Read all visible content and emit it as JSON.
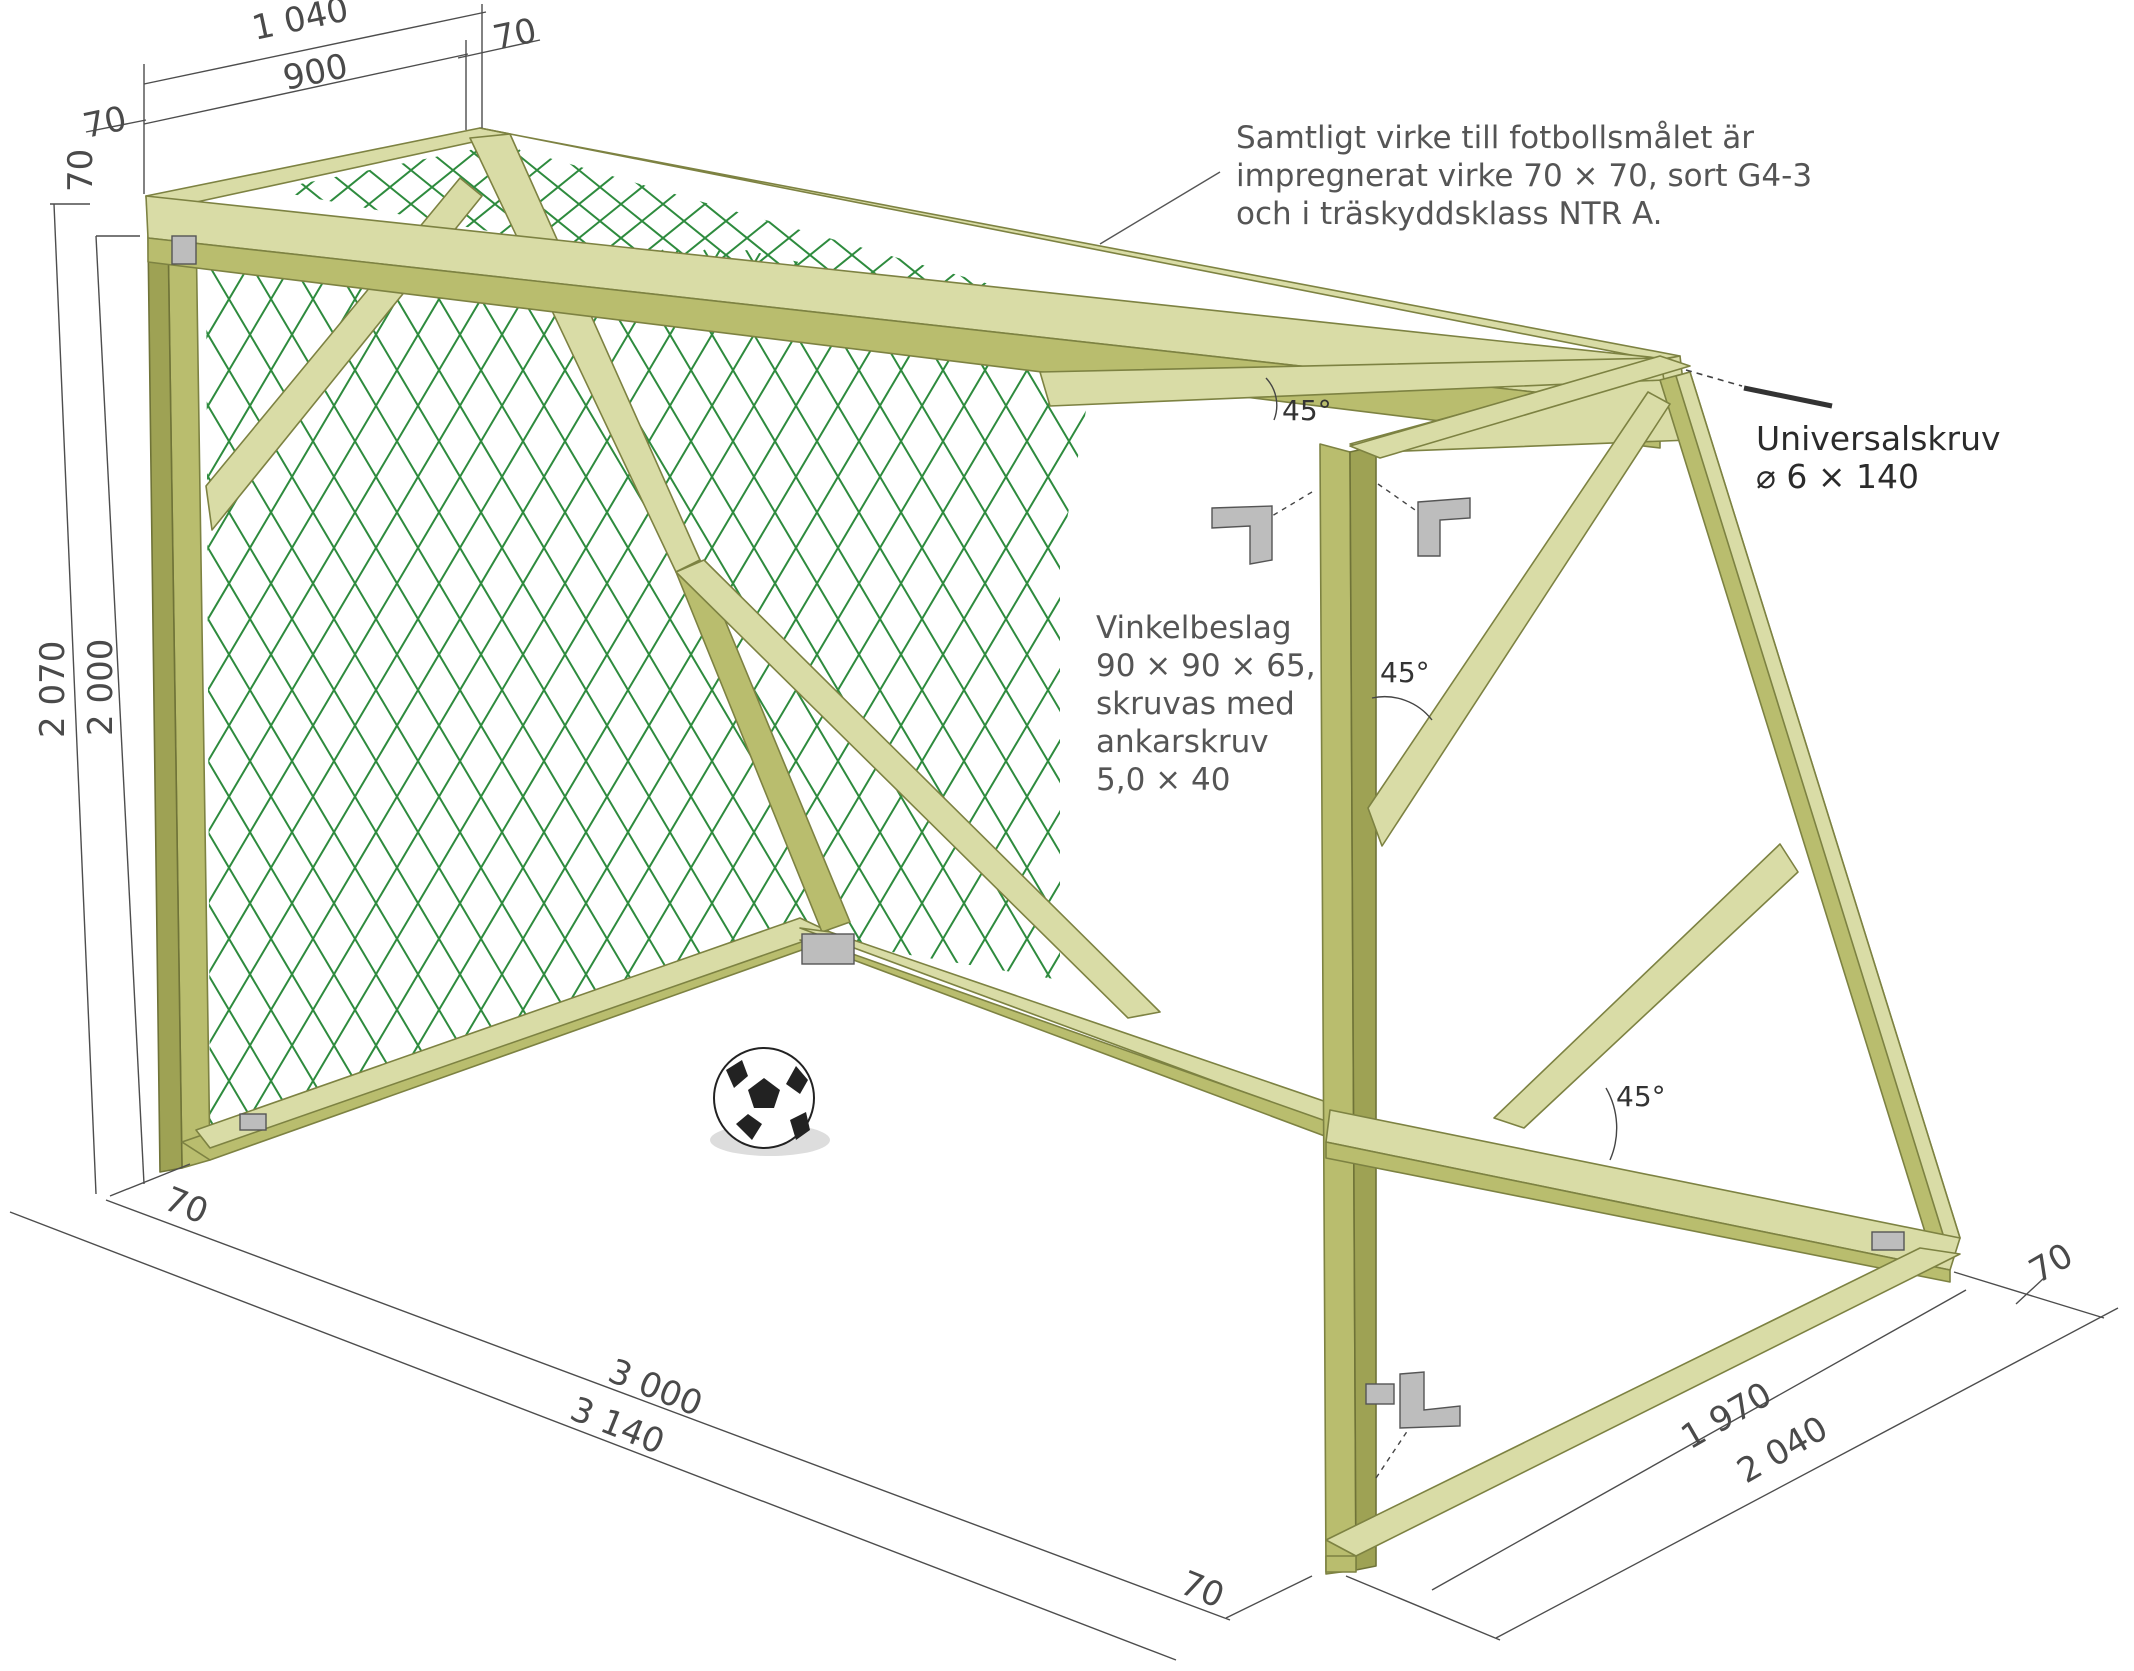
{
  "note": {
    "lines": [
      "Samtligt virke till fotbollsmålet är",
      "impregnerat virke 70 × 70, sort G4-3",
      "och i träskyddsklass NTR A."
    ]
  },
  "screw": {
    "name": "Universalskruv",
    "size": "⌀ 6 × 140"
  },
  "bracket_note": {
    "lines": [
      "Vinkelbeslag",
      "90 × 90 × 65,",
      "skruvas med",
      "ankarskruv",
      "5,0 × 40"
    ]
  },
  "angles": {
    "top": "45°",
    "side_upper": "45°",
    "side_lower": "45°"
  },
  "dimensions": {
    "top_outer": "1 040",
    "top_inner": "900",
    "top_right_70": "70",
    "top_left_70": "70",
    "vert_top_70": "70",
    "height_outer": "2 070",
    "height_inner": "2 000",
    "bottom_left_70": "70",
    "width_inner": "3 000",
    "width_outer": "3 140",
    "bottom_mid_70": "70",
    "depth_inner": "1 970",
    "depth_outer": "2 040",
    "right_70": "70"
  },
  "colors": {
    "wood_light": "#d9dca6",
    "wood_mid": "#b9bd6e",
    "wood_dark": "#9ea254",
    "net": "#2e8b3e"
  },
  "icons": [
    "soccer-ball-icon",
    "angle-bracket-icon",
    "screw-icon"
  ]
}
